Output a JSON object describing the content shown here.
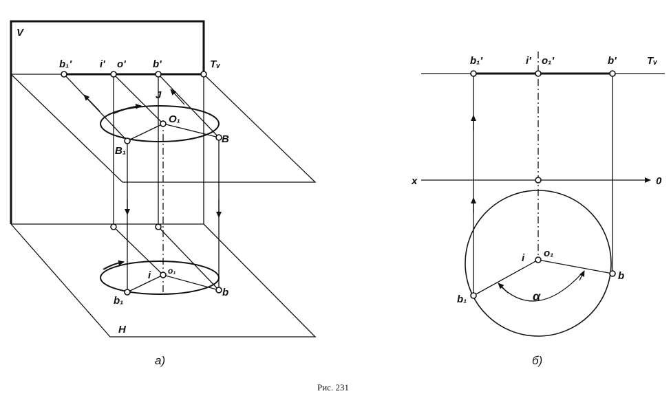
{
  "figure_caption": "Рис. 231",
  "panel_a": {
    "caption": "a)",
    "labels": {
      "V": "V",
      "H": "H",
      "b1p": "b₁'",
      "ip": "i'",
      "op": "o'",
      "bp": "b'",
      "Tv": "Tᵥ",
      "J": "J",
      "O1": "O₁",
      "B1": "B₁",
      "B": "B",
      "i": "i",
      "o1": "o₁",
      "b1": "b₁",
      "b": "b"
    }
  },
  "panel_b": {
    "caption": "б)",
    "labels": {
      "b1p": "b₁'",
      "ip": "i'",
      "o1p": "o₁'",
      "bp": "b'",
      "Tv": "Tᵥ",
      "x": "x",
      "zero": "0",
      "i": "i",
      "o1": "o₁",
      "b1": "b₁",
      "b": "b",
      "alpha": "α"
    }
  }
}
